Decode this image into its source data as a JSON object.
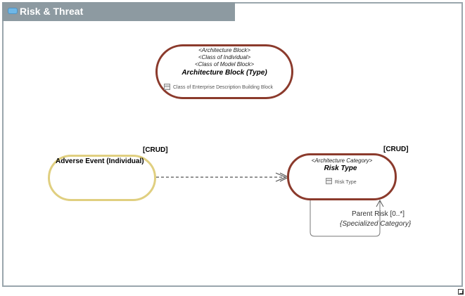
{
  "diagram": {
    "title": "Risk & Threat",
    "nodes": {
      "architecture_block": {
        "stereotypes": [
          "<Architecture Block>",
          "<Class of Individual>",
          "<Class of Model Block>"
        ],
        "name": "Architecture Block (Type)",
        "compartment": "Class of Enterprise Description Building Block"
      },
      "adverse_event": {
        "crud": "[CRUD]",
        "name": "Adverse Event (Individual)"
      },
      "risk_type": {
        "crud": "[CRUD]",
        "stereotype": "<Architecture Category>",
        "name": "Risk Type",
        "compartment": "Risk Type"
      }
    },
    "self_relation": {
      "role": "Parent Risk [0..*]",
      "kind": "{Specialized Category}"
    },
    "colors": {
      "type_border": "#8b3a2c",
      "individual_border": "#e0cf80",
      "header": "#8d9aa1"
    }
  }
}
